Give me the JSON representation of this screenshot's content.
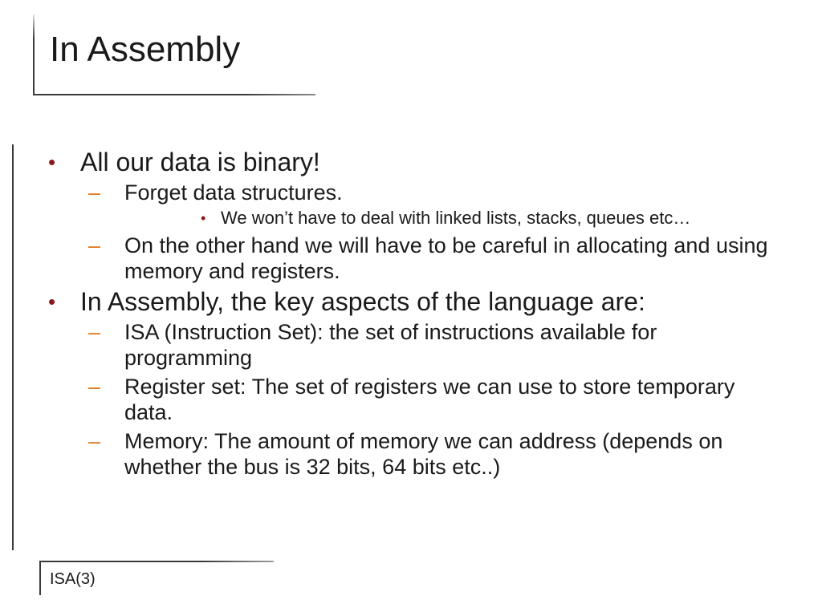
{
  "slide": {
    "title": "In Assembly",
    "footer": "ISA(3)",
    "bullets": [
      {
        "text": "All our data is binary!",
        "subs": [
          {
            "text": "Forget data structures.",
            "subs": [
              "We won’t have to deal with linked lists, stacks, queues etc…"
            ]
          },
          {
            "text": "On the other hand we will have to be careful in allocating and using memory and registers."
          }
        ]
      },
      {
        "text": "In Assembly, the key aspects of the language are:",
        "subs": [
          {
            "text": "ISA (Instruction Set): the set of instructions available for programming"
          },
          {
            "text": "Register set: The set of registers we can use to store temporary data."
          },
          {
            "text": "Memory: The amount of memory we can address (depends on whether the bus is 32 bits, 64 bits etc..)"
          }
        ]
      }
    ]
  },
  "colors": {
    "bullet": "#8b1a1a",
    "dash": "#e07a1f",
    "text": "#1a1a1a",
    "rule": "#3a3a3a"
  }
}
